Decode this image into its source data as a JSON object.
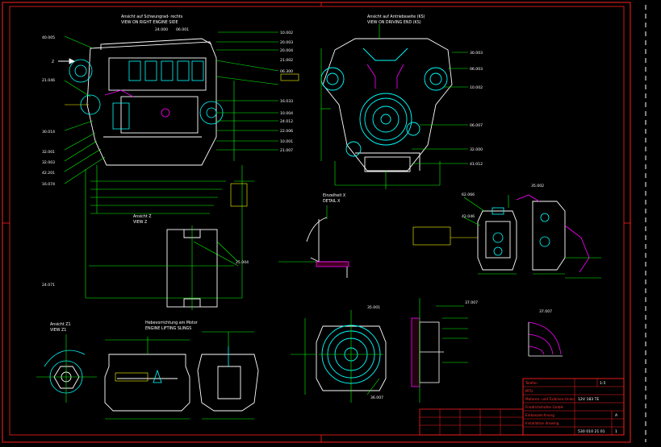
{
  "views": {
    "right_side": {
      "title": "Ansicht auf Schwungrad- rechts",
      "subtitle": "VIEW ON RIGHT ENGINE SIDE",
      "arrow_label": "Z"
    },
    "drive_end": {
      "title": "Ansicht auf Antriebsseite (KS)",
      "subtitle": "VIEW ON DRIVING END (KS)"
    },
    "view_z": {
      "title": "Ansicht Z",
      "subtitle": "VIEW Z"
    },
    "view_z1": {
      "title": "Ansicht Z1",
      "subtitle": "VIEW Z1"
    },
    "detail_x": {
      "title": "Einzelheit X",
      "subtitle": "DETAIL X"
    },
    "lifting": {
      "title": "Hebevorrichtung am Motor",
      "subtitle": "ENGINE LIFTING SLINGS"
    }
  },
  "callouts": {
    "left": [
      "40.005",
      "21.046",
      "30.014",
      "32.001",
      "32.003",
      "42.201",
      "16.074",
      "24.071"
    ],
    "right_side": [
      "10.002",
      "20.003",
      "20.004",
      "21.002",
      "06.300",
      "16.033",
      "10.004",
      "24.012",
      "22.006",
      "10.001",
      "21.007",
      "24.000",
      "06.001"
    ],
    "drive_end": [
      "30.003",
      "06.003",
      "10.002",
      "06.007",
      "32.000",
      "41.012"
    ],
    "misc": [
      "35.001",
      "25.004",
      "62.066",
      "42.046",
      "35.002",
      "36.007",
      "37.007"
    ]
  },
  "title_block": {
    "rows": [
      "Telefon",
      "MTU",
      "Motoren- und Turbinen-Union",
      "Friedrichshafen GmbH",
      "Einbauzeichnung",
      "Installation drawing"
    ],
    "model": "12V 183 TE",
    "drawing_number": "530 010 21 01",
    "sheet": "1",
    "scale": "1:5",
    "revision": "A"
  },
  "colors": {
    "background": "#000000",
    "frame": "#ff2020",
    "geometry": "#00ff00",
    "outline": "#ffffff",
    "component": "#00ffff",
    "note": "#ffff00",
    "accent": "#ff00ff"
  }
}
